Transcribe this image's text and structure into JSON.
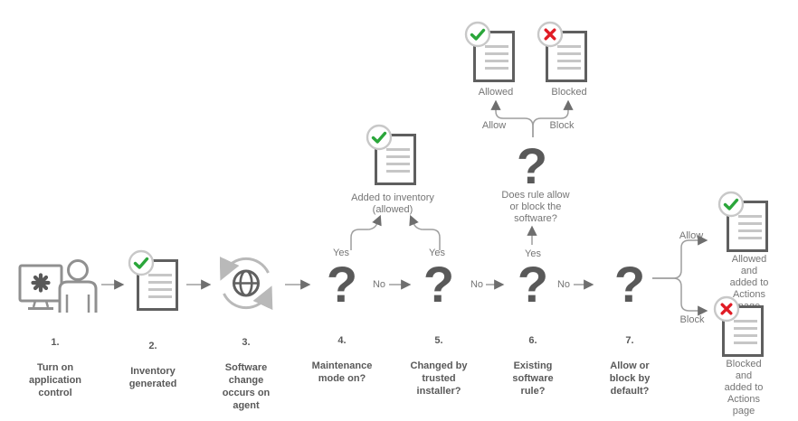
{
  "steps": [
    {
      "num": "1.",
      "title": "Turn on\napplication\ncontrol"
    },
    {
      "num": "2.",
      "title": "Inventory\ngenerated"
    },
    {
      "num": "3.",
      "title": "Software\nchange\noccurs on\nagent"
    },
    {
      "num": "4.",
      "title": "Maintenance\nmode on?"
    },
    {
      "num": "5.",
      "title": "Changed by\ntrusted\ninstaller?"
    },
    {
      "num": "6.",
      "title": "Existing\nsoftware\nrule?"
    },
    {
      "num": "7.",
      "title": "Allow or\nblock by\ndefault?"
    }
  ],
  "decision_glyph": "?",
  "outcomes": {
    "added_to_inventory": "Added to inventory\n(allowed)",
    "rule_decision": "Does rule allow\nor block the\nsoftware?",
    "allowed": "Allowed",
    "blocked": "Blocked",
    "allowed_actions": "Allowed and\nadded to\nActions page",
    "blocked_actions": "Blocked and\nadded to\nActions page"
  },
  "edges": {
    "yes_maintenance": "Yes",
    "yes_installer": "Yes",
    "yes_rule": "Yes",
    "no_maintenance": "No",
    "no_installer": "No",
    "no_rule": "No",
    "allow_rule": "Allow",
    "block_rule": "Block",
    "allow_default": "Allow",
    "block_default": "Block"
  },
  "icons": {
    "step1": "computer-user-icon",
    "step2": "inventory-document-icon",
    "step3": "globe-sync-icon",
    "check_badge": "check-badge-icon",
    "cross_badge": "cross-badge-icon"
  },
  "colors": {
    "dark_gray": "#595959",
    "line_gray": "#9e9e9e",
    "arrowhead_gray": "#6e6e6e",
    "doc_line_gray": "#c6c6c6",
    "badge_ring_gray": "#c8c8c8",
    "check_green": "#2aa63a",
    "cross_red": "#e01b24",
    "label_gray": "#757575"
  }
}
